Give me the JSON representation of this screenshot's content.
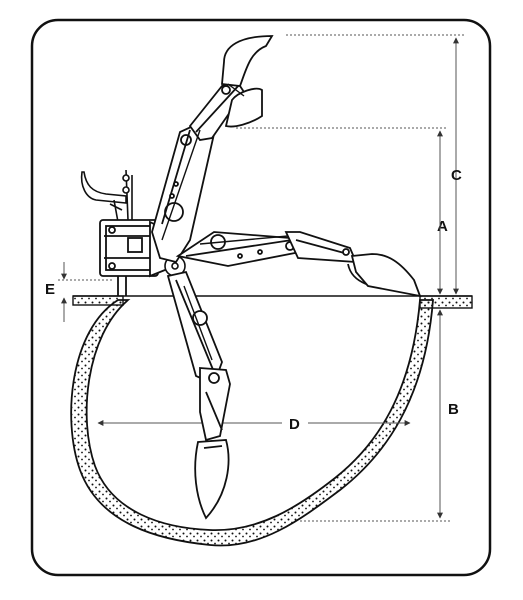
{
  "diagram": {
    "labels": {
      "a": "A",
      "b": "B",
      "c": "C",
      "d": "D",
      "e": "E"
    },
    "colors": {
      "line": "#111111",
      "fill": "#ffffff",
      "soil_dot": "#111111",
      "dimension_line": "#555555"
    }
  }
}
